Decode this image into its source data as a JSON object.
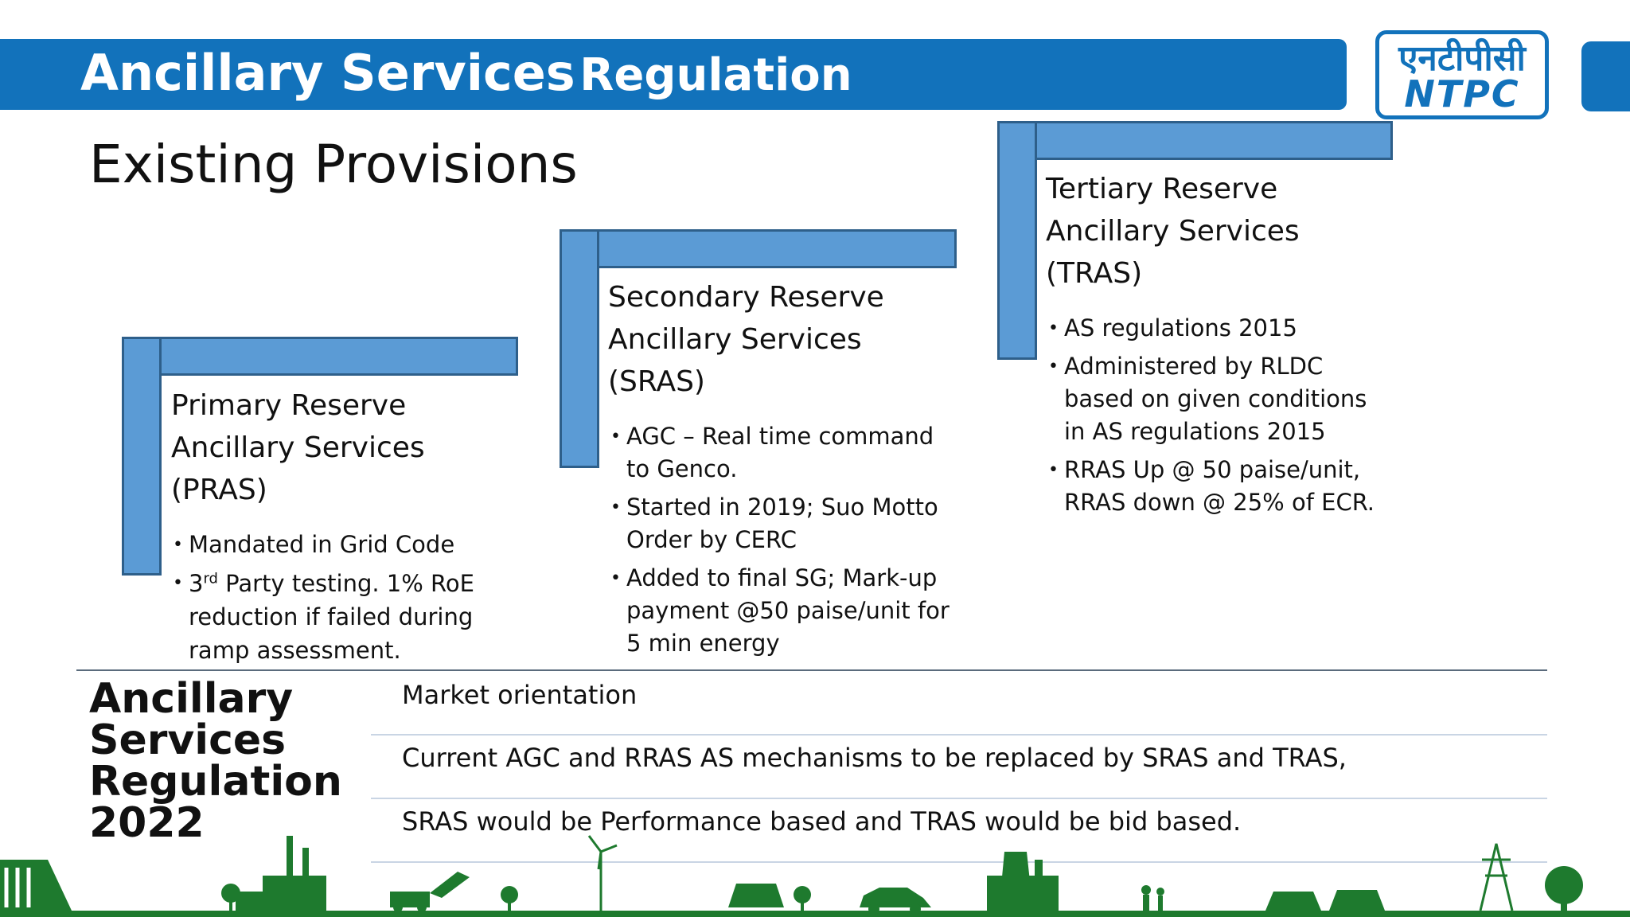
{
  "header": {
    "title_part1": "Ancillary Services",
    "title_part2": "Regulation",
    "brand_color": "#1272bb"
  },
  "logo": {
    "hindi": "एनटीपीसी",
    "english": "NTPC"
  },
  "subtitle": "Existing Provisions",
  "steps": [
    {
      "title_lines": [
        "Primary Reserve",
        "Ancillary Services",
        "(PRAS)"
      ],
      "bullets": {
        "b1": "Mandated in Grid Code",
        "b2_pre": "3",
        "b2_sup": "rd",
        "b2_post": " Party testing. 1% RoE",
        "b2_line2": "reduction if failed during",
        "b2_line3": "ramp assessment."
      }
    },
    {
      "title_lines": [
        "Secondary  Reserve",
        "Ancillary Services",
        "(SRAS)"
      ],
      "bullets": [
        [
          "AGC – Real time command",
          "to Genco."
        ],
        [
          "Started in 2019; Suo Motto",
          "Order by CERC"
        ],
        [
          "Added to final SG; Mark-up",
          "payment @50 paise/unit for",
          "5 min energy"
        ]
      ]
    },
    {
      "title_lines": [
        "Tertiary   Reserve",
        "Ancillary Services",
        "(TRAS)"
      ],
      "bullets": [
        [
          "AS regulations 2015"
        ],
        [
          "Administered  by RLDC",
          "based on given conditions",
          "in AS regulations 2015"
        ],
        [
          "RRAS Up @ 50 paise/unit,",
          "RRAS down @ 25% of ECR."
        ]
      ]
    }
  ],
  "bottom": {
    "title_lines": [
      "Ancillary",
      "Services",
      "Regulation",
      "2022"
    ],
    "rows": [
      "Market orientation",
      "Current AGC and RRAS AS mechanisms to be replaced by SRAS and TRAS,",
      "SRAS would be Performance based and TRAS would be  bid based."
    ]
  },
  "colors": {
    "step_bar": "#5b9bd5",
    "step_border": "#2e5f8a",
    "footer_green": "#1e7a2e"
  }
}
